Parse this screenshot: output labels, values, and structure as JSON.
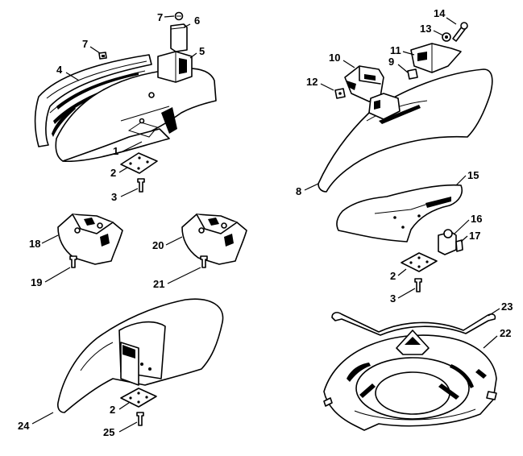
{
  "colors": {
    "ink": "#000000",
    "paper": "#ffffff"
  },
  "callouts": [
    {
      "id": "c7a",
      "text": "7"
    },
    {
      "id": "c6",
      "text": "6"
    },
    {
      "id": "c7b",
      "text": "7"
    },
    {
      "id": "c5",
      "text": "5"
    },
    {
      "id": "c4",
      "text": "4"
    },
    {
      "id": "c1",
      "text": "1"
    },
    {
      "id": "c2a",
      "text": "2"
    },
    {
      "id": "c3a",
      "text": "3"
    },
    {
      "id": "c14",
      "text": "14"
    },
    {
      "id": "c13",
      "text": "13"
    },
    {
      "id": "c10",
      "text": "10"
    },
    {
      "id": "c11",
      "text": "11"
    },
    {
      "id": "c9",
      "text": "9"
    },
    {
      "id": "c12",
      "text": "12"
    },
    {
      "id": "c8",
      "text": "8"
    },
    {
      "id": "c15",
      "text": "15"
    },
    {
      "id": "c16",
      "text": "16"
    },
    {
      "id": "c17",
      "text": "17"
    },
    {
      "id": "c2b",
      "text": "2"
    },
    {
      "id": "c3b",
      "text": "3"
    },
    {
      "id": "c18",
      "text": "18"
    },
    {
      "id": "c19",
      "text": "19"
    },
    {
      "id": "c20",
      "text": "20"
    },
    {
      "id": "c21",
      "text": "21"
    },
    {
      "id": "c23",
      "text": "23"
    },
    {
      "id": "c22",
      "text": "22"
    },
    {
      "id": "c24",
      "text": "24"
    },
    {
      "id": "c2c",
      "text": "2"
    },
    {
      "id": "c25",
      "text": "25"
    }
  ]
}
